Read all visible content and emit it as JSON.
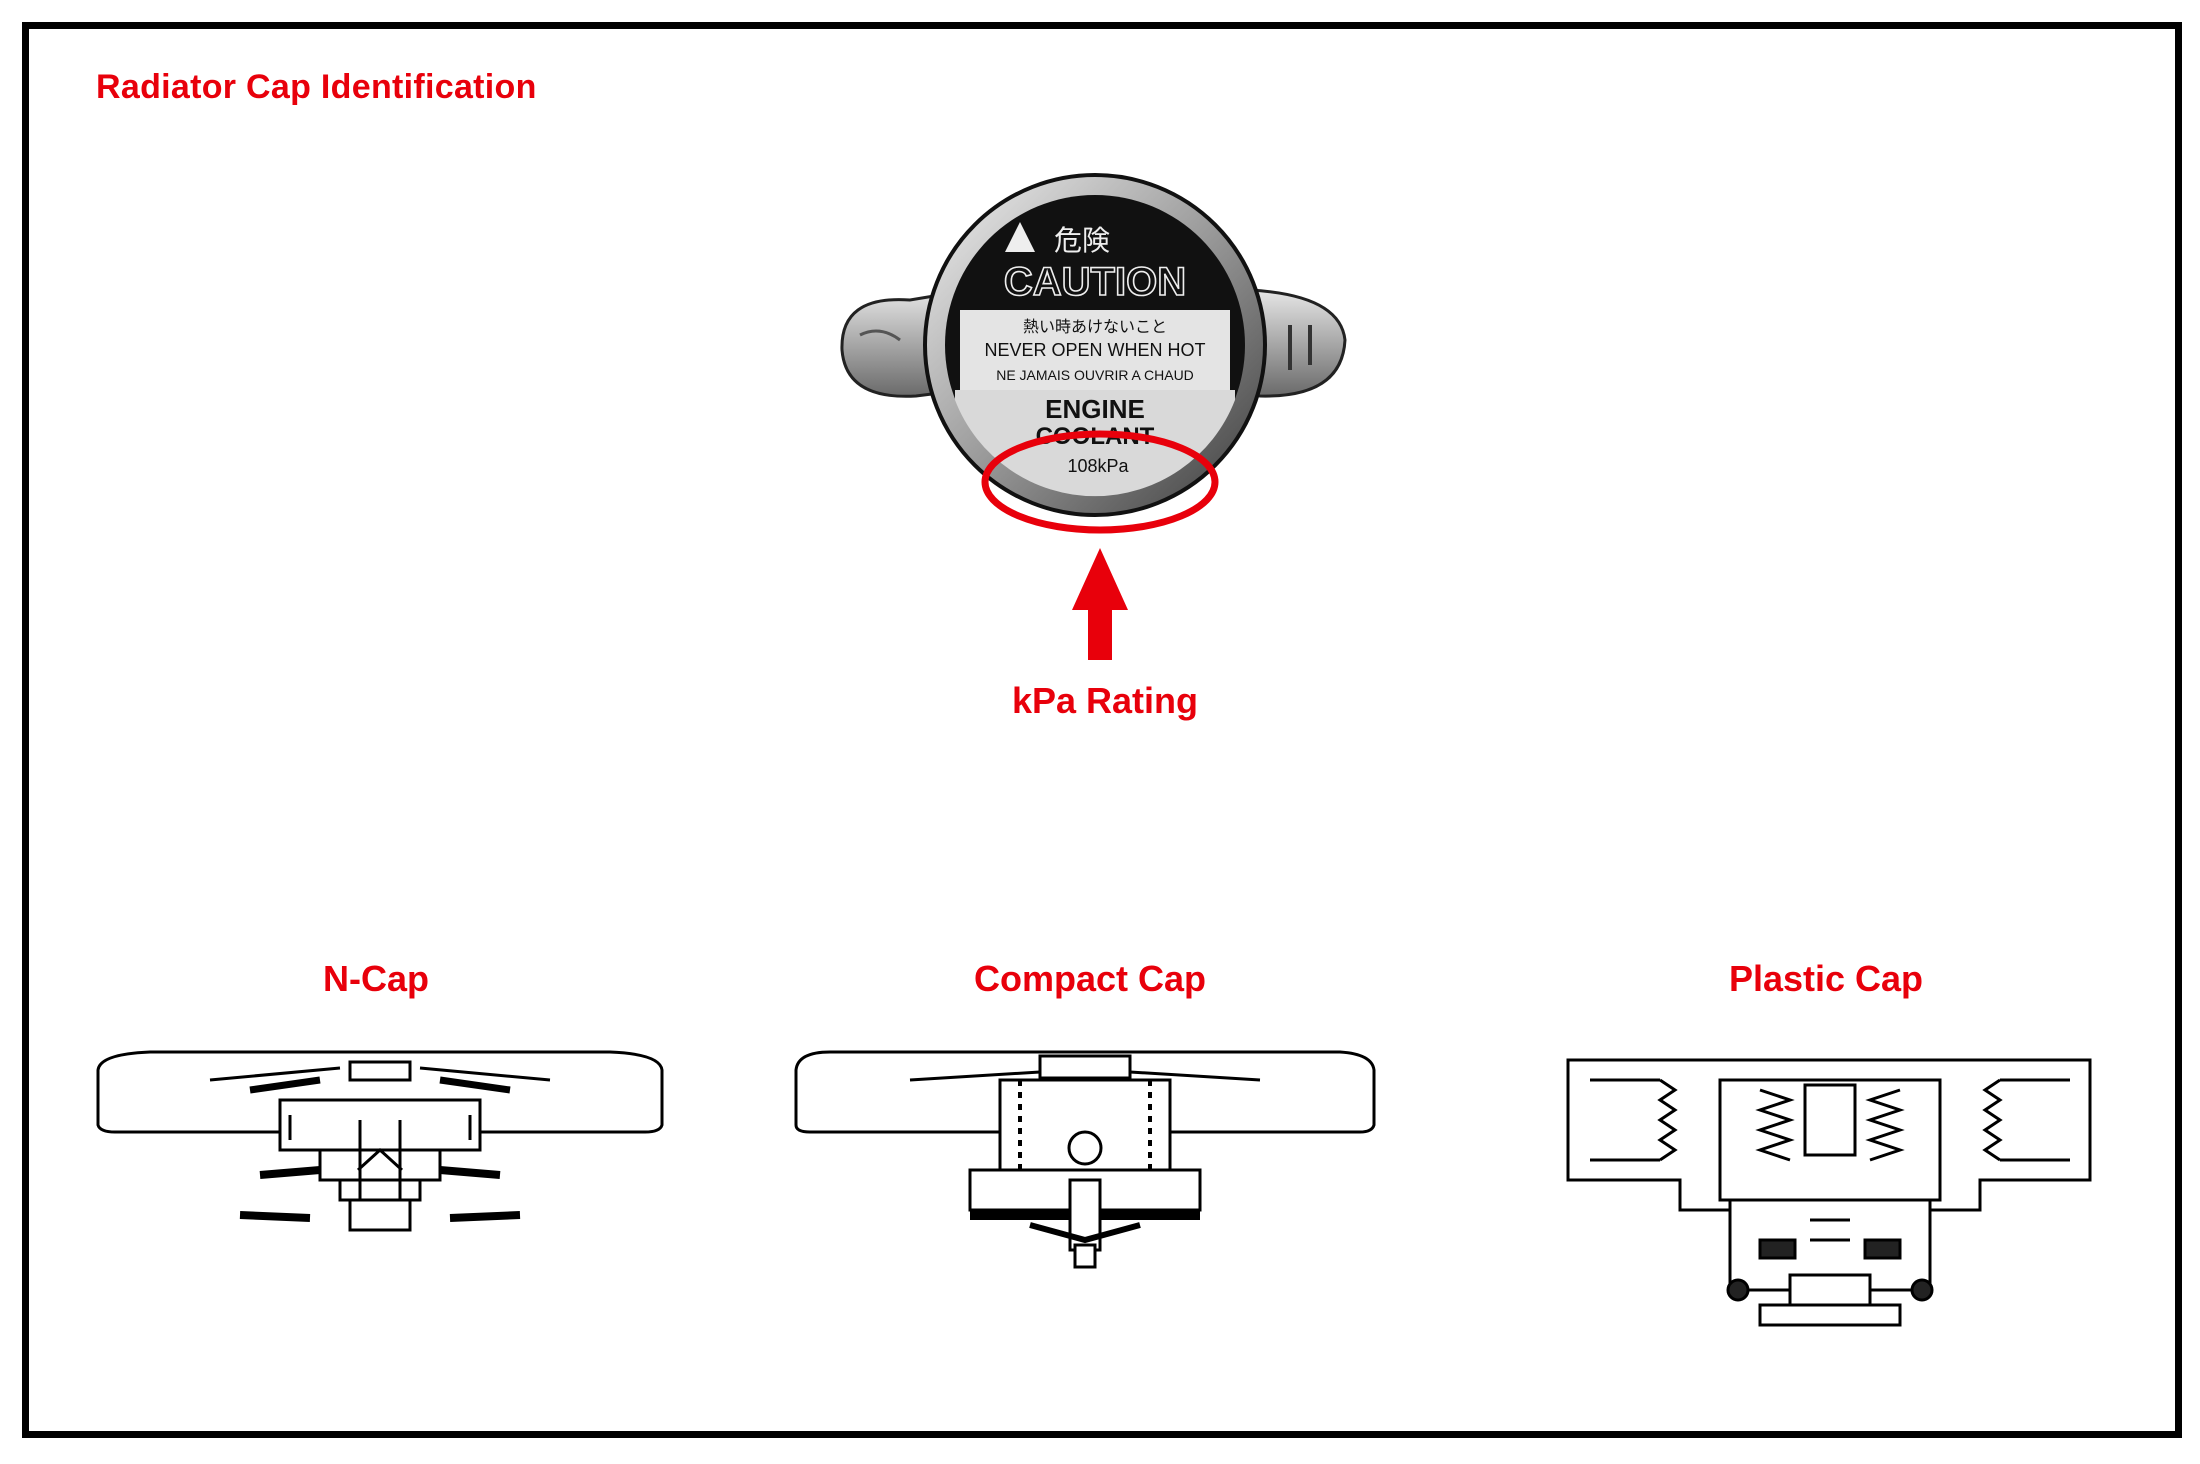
{
  "title": "Radiator Cap Identification",
  "cap_face": {
    "warning_jp": "危険",
    "caution": "CAUTION",
    "line_jp": "熱い時あけないこと",
    "line_en": "NEVER OPEN WHEN HOT",
    "line_fr": "NE JAMAIS OUVRIR A CHAUD",
    "engine": "ENGINE",
    "coolant": "COOLANT",
    "rating": "108kPa"
  },
  "labels": {
    "kpa_rating": "kPa Rating",
    "n_cap": "N-Cap",
    "compact_cap": "Compact Cap",
    "plastic_cap": "Plastic Cap"
  },
  "colors": {
    "accent_red": "#e8000b",
    "line": "#000000"
  }
}
